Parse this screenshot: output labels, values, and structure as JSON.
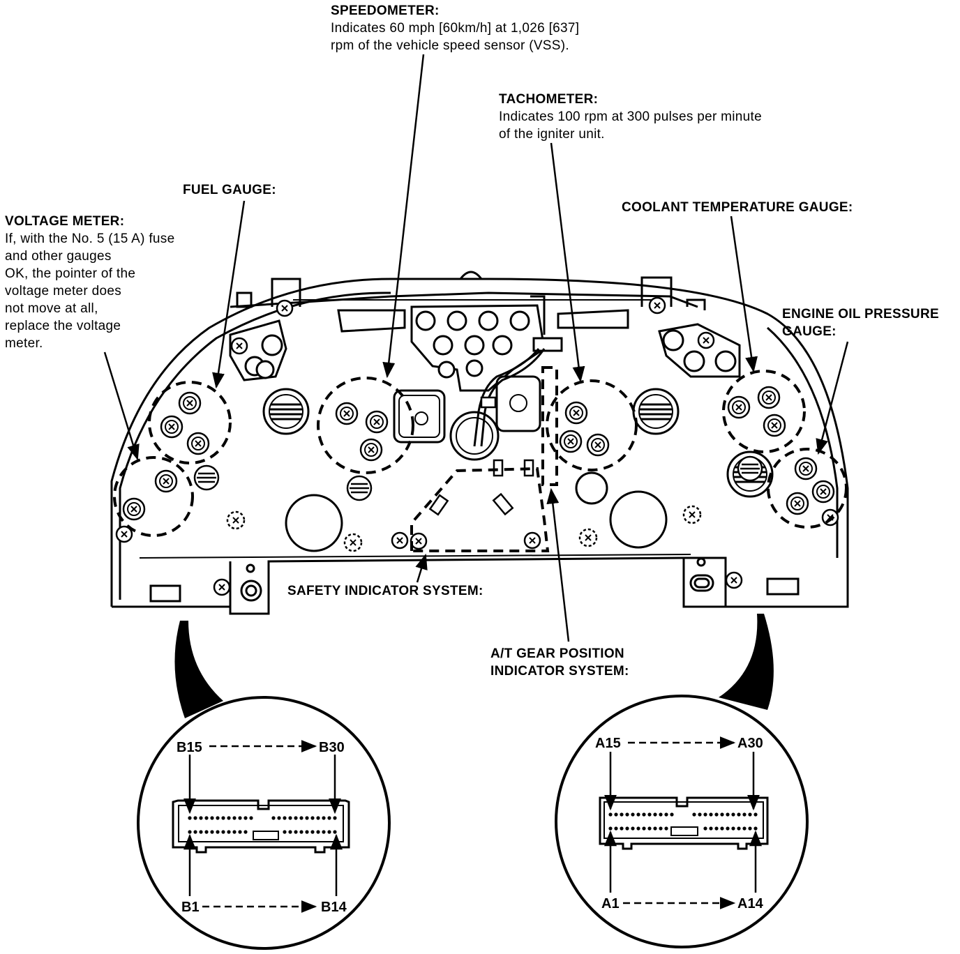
{
  "labels": {
    "speedometer": {
      "title": "SPEEDOMETER:",
      "lines": [
        "Indicates 60 mph [60km/h] at 1,026 [637]",
        "rpm of the vehicle speed sensor (VSS)."
      ]
    },
    "tachometer": {
      "title": "TACHOMETER:",
      "lines": [
        "Indicates 100 rpm at 300 pulses per minute",
        "of the igniter unit."
      ]
    },
    "fuel_gauge": {
      "title": "FUEL GAUGE:"
    },
    "voltage_meter": {
      "title": "VOLTAGE METER:",
      "lines": [
        "If, with the No. 5 (15 A) fuse",
        "and other gauges",
        "OK, the pointer of the",
        "voltage meter does",
        "not move at all,",
        "replace the voltage",
        "meter."
      ]
    },
    "coolant_temperature_gauge": {
      "title": "COOLANT TEMPERATURE GAUGE:"
    },
    "engine_oil_pressure_gauge": {
      "title": "ENGINE OIL PRESSURE",
      "title2": "GAUGE:"
    },
    "safety_indicator_system": {
      "title": "SAFETY INDICATOR SYSTEM:"
    },
    "at_gear_position": {
      "title": "A/T GEAR POSITION",
      "title2": "INDICATOR SYSTEM:"
    }
  },
  "connectors": {
    "b": {
      "top_left": "B15",
      "top_right": "B30",
      "bottom_left": "B1",
      "bottom_right": "B14"
    },
    "a": {
      "top_left": "A15",
      "top_right": "A30",
      "bottom_left": "A1",
      "bottom_right": "A14"
    }
  }
}
